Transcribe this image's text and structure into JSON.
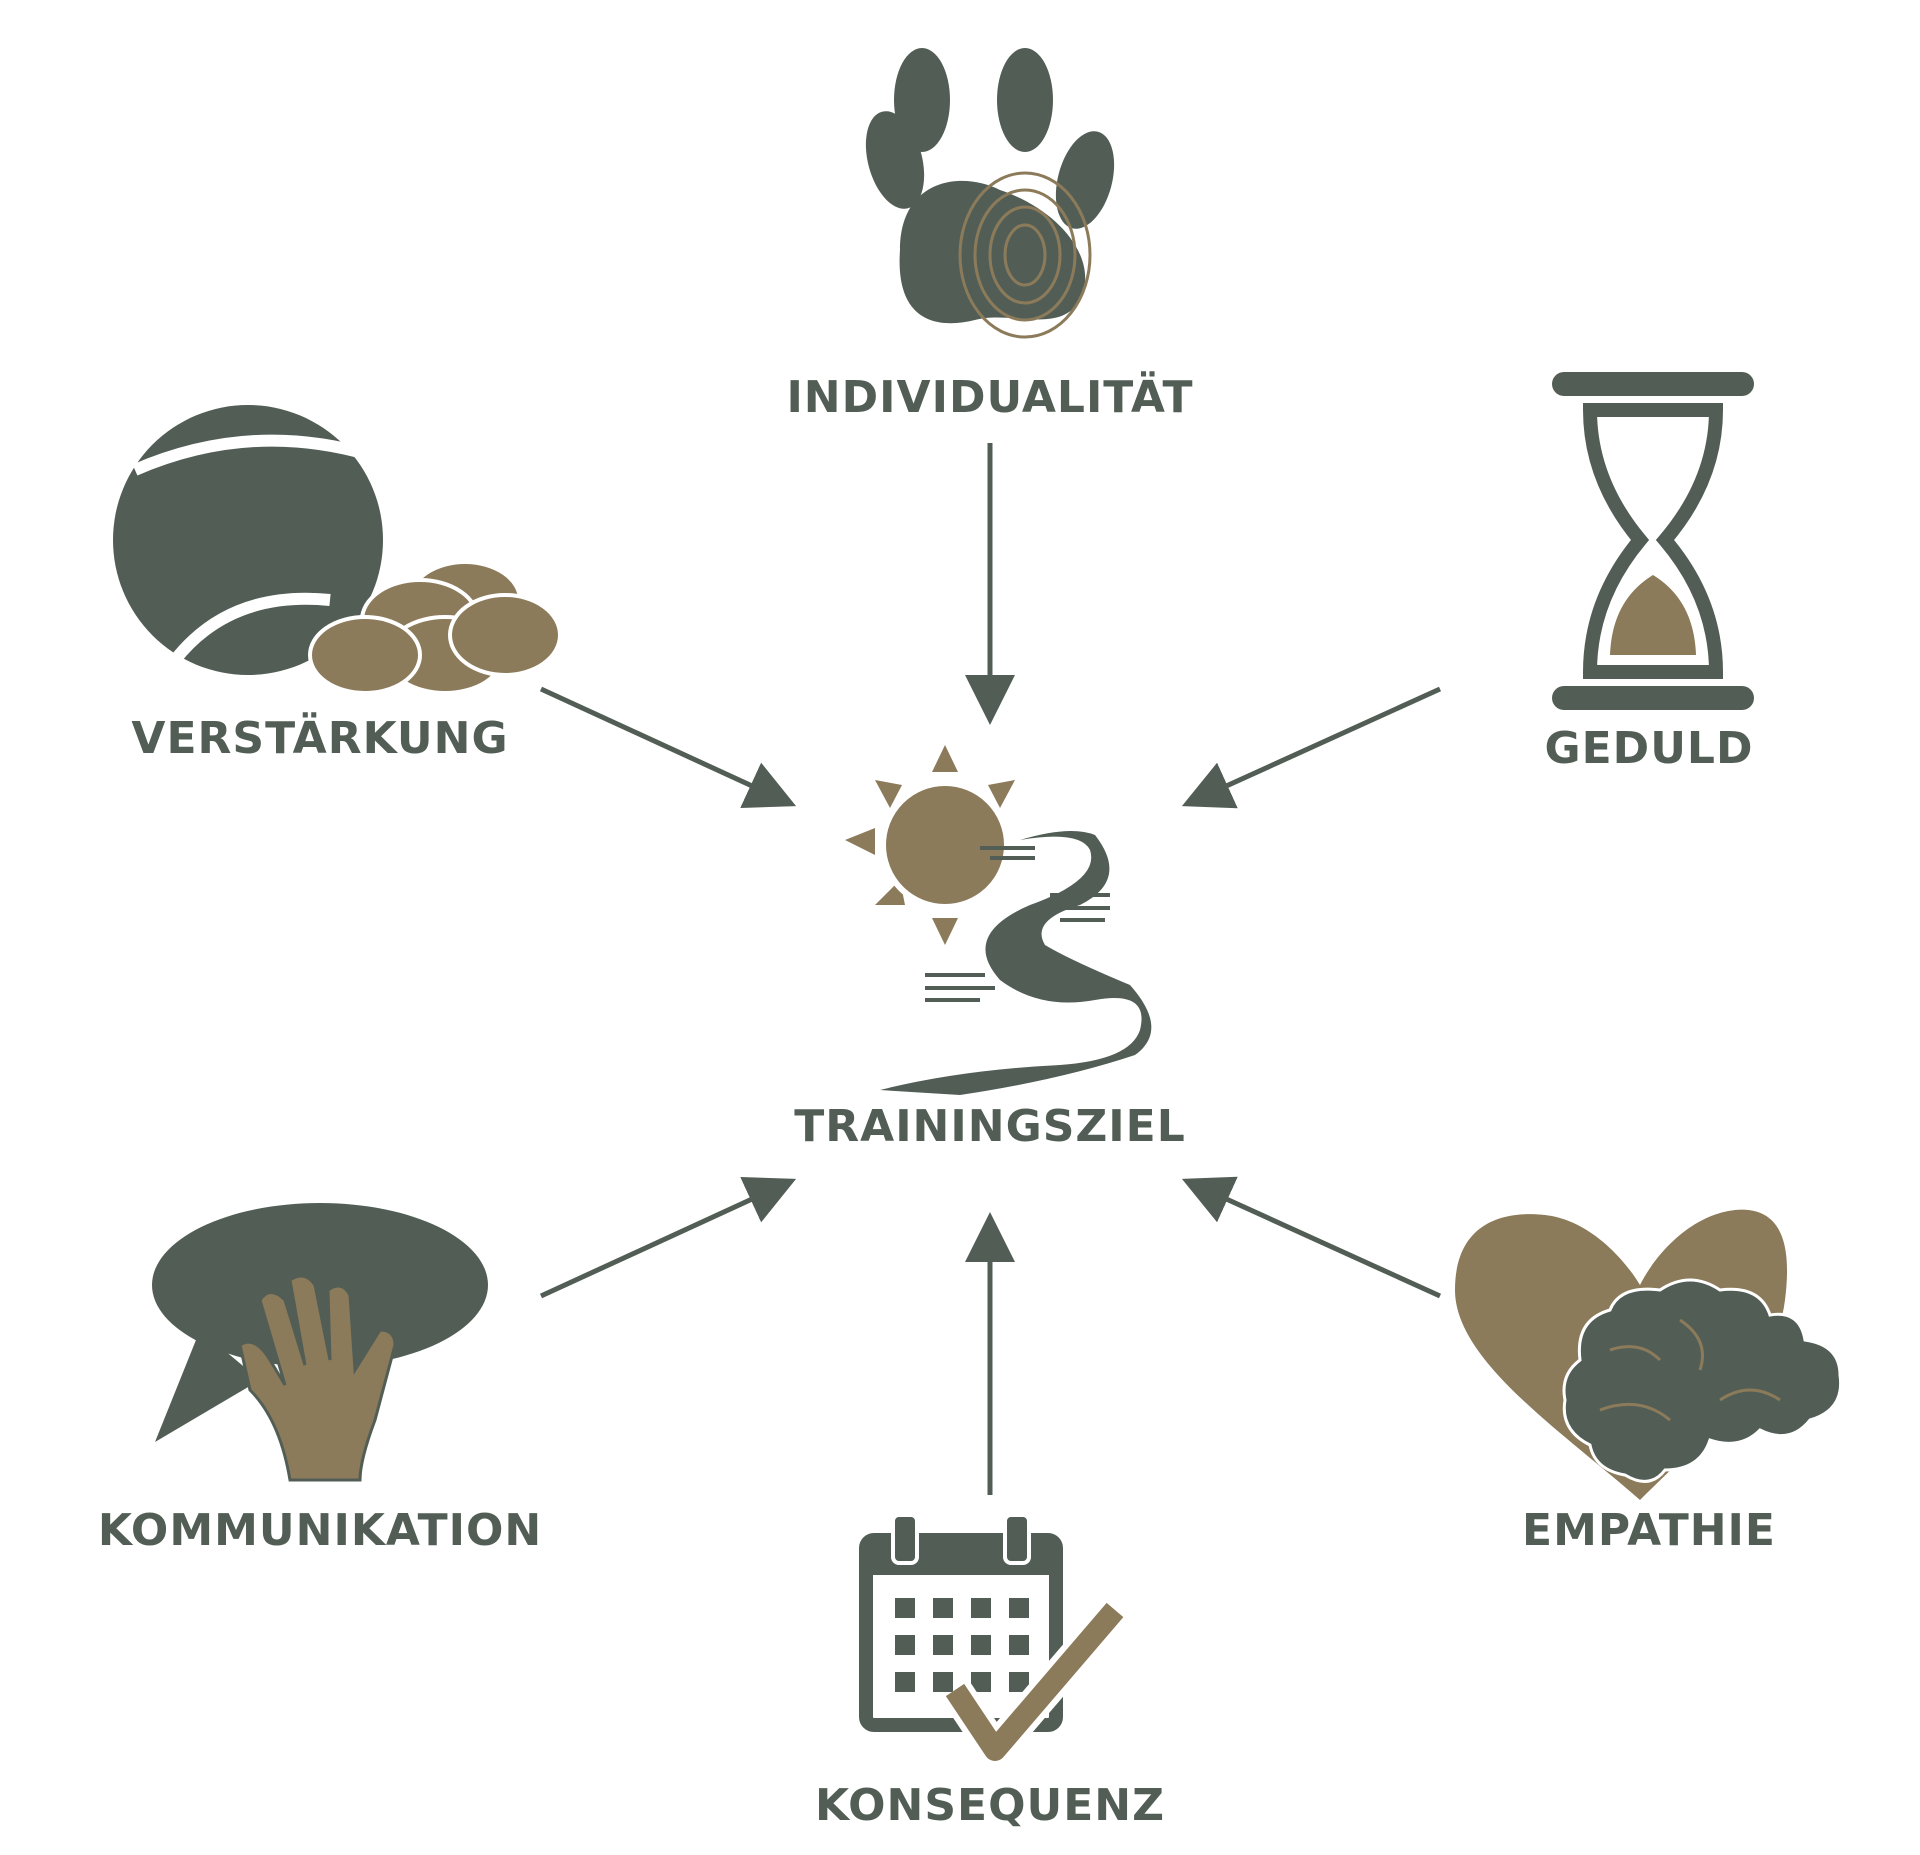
{
  "colors": {
    "primary": "#525e55",
    "accent": "#8c7b5a"
  },
  "center": {
    "label": "TRAININGSZIEL",
    "icon": "sun-road-icon"
  },
  "nodes": [
    {
      "id": "individualitaet",
      "label": "INDIVIDUALITÄT",
      "icon": "paw-fingerprint-icon"
    },
    {
      "id": "verstaerkung",
      "label": "VERSTÄRKUNG",
      "icon": "ball-treats-icon"
    },
    {
      "id": "geduld",
      "label": "GEDULD",
      "icon": "hourglass-icon"
    },
    {
      "id": "kommunikation",
      "label": "KOMMUNIKATION",
      "icon": "speech-bubble-hand-icon"
    },
    {
      "id": "konsequenz",
      "label": "KONSEQUENZ",
      "icon": "calendar-check-icon"
    },
    {
      "id": "empathie",
      "label": "EMPATHIE",
      "icon": "heart-brain-icon"
    }
  ]
}
